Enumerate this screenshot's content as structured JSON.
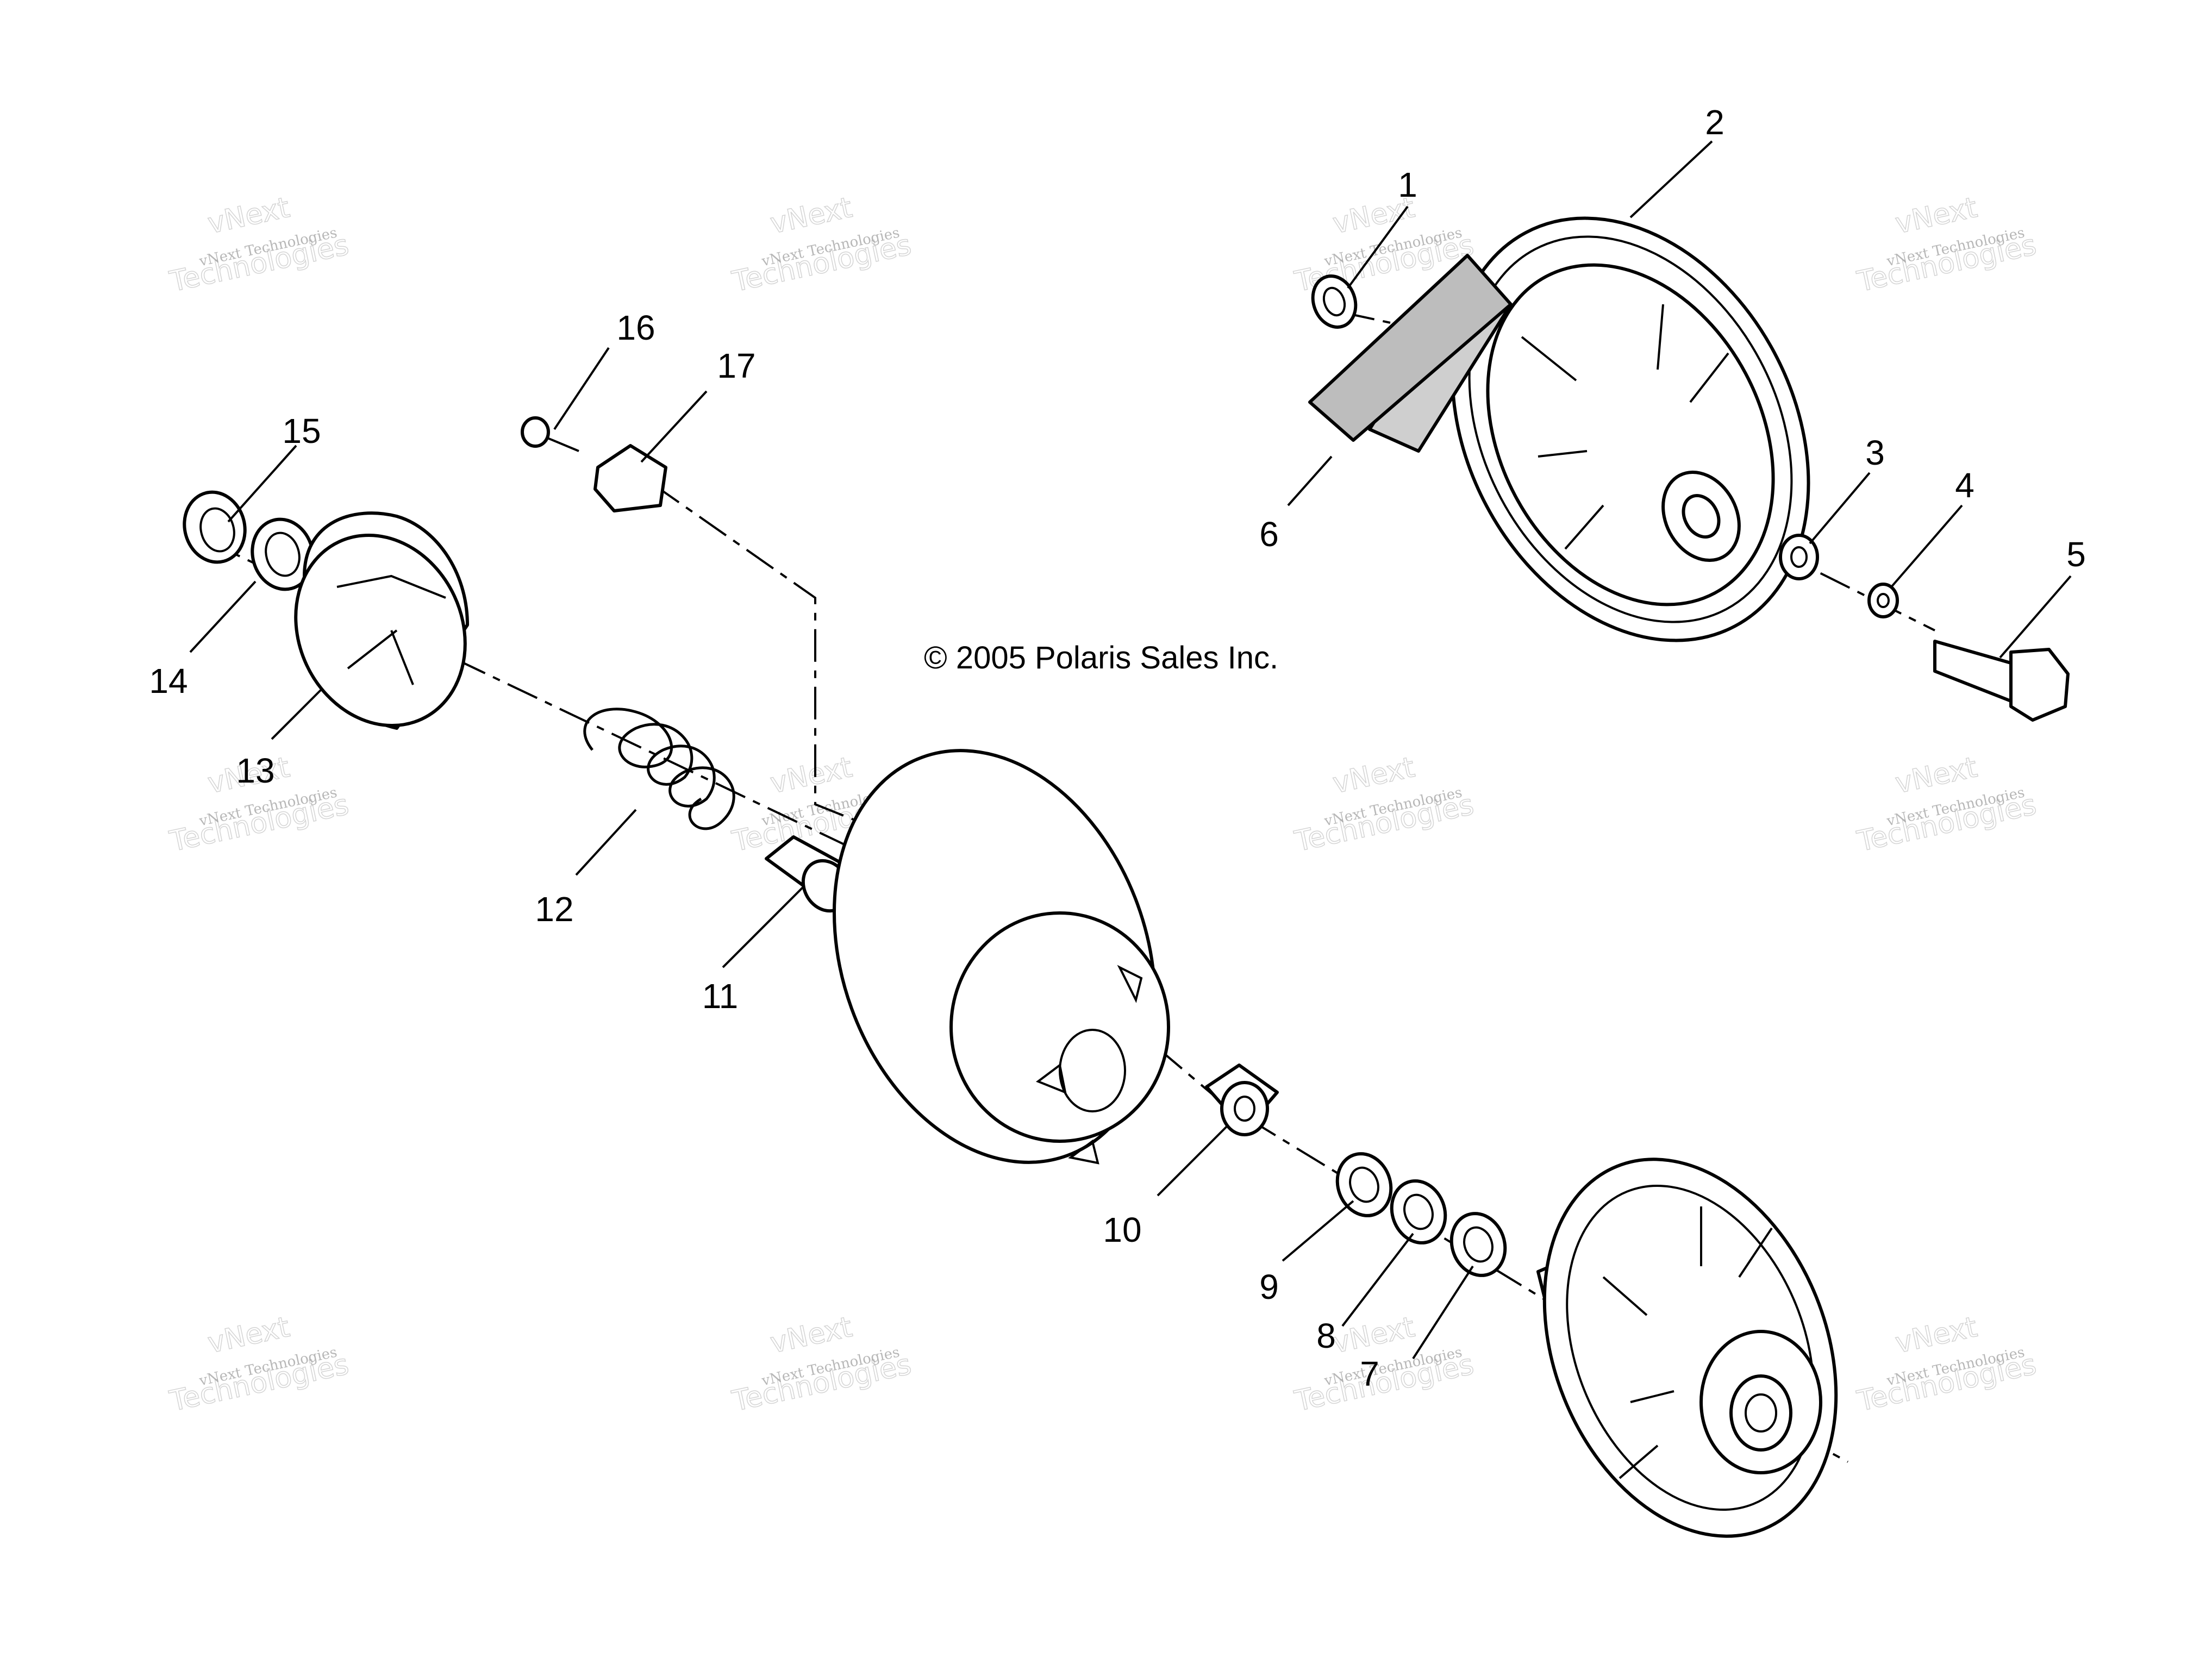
{
  "copyright": "© 2005 Polaris Sales Inc.",
  "watermark": {
    "small_text": "vNext Technologies",
    "large_line1": "vNext",
    "large_line2": "Technologies"
  },
  "callouts": [
    "1",
    "2",
    "3",
    "4",
    "5",
    "6",
    "7",
    "8",
    "9",
    "10",
    "11",
    "12",
    "13",
    "14",
    "15",
    "16",
    "17"
  ]
}
